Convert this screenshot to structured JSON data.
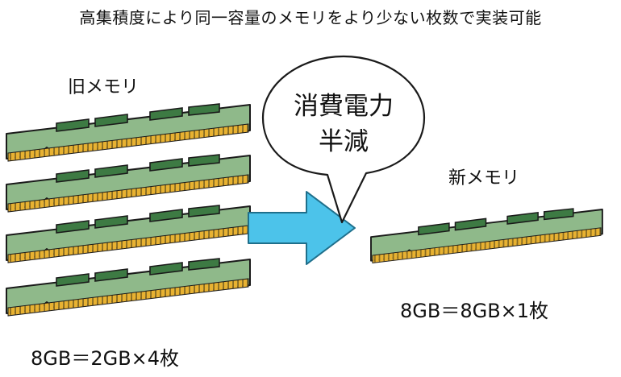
{
  "headline": "高集積度により同一容量のメモリをより少ない枚数で実装可能",
  "old_memory": {
    "label": "旧メモリ",
    "caption": "8GB＝2GB×4枚"
  },
  "new_memory": {
    "label": "新メモリ",
    "caption": "8GB＝8GB×1枚"
  },
  "bubble": {
    "line1": "消費電力",
    "line2": "半減"
  },
  "colors": {
    "board": "#8fb98a",
    "board_edge": "#1a1a1a",
    "chip": "#3d7a43",
    "contacts": "#e8b232",
    "arrow_fill": "#4cc3ea",
    "arrow_stroke": "#1f6f8b"
  }
}
